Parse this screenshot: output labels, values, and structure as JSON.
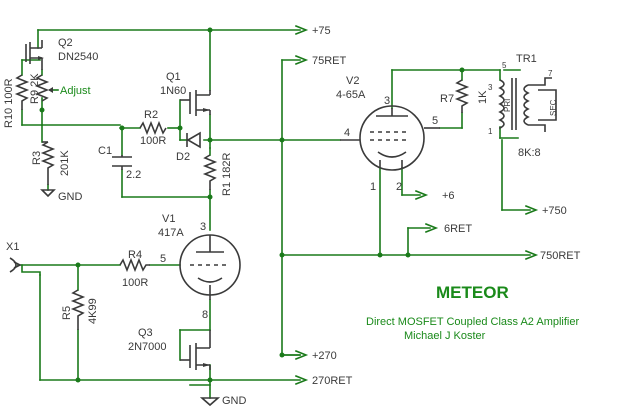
{
  "labels": {
    "plus75": "+75",
    "ret75": "75RET",
    "q2_ref": "Q2",
    "q2_part": "DN2540",
    "adjust": "Adjust",
    "r10": "R10 100R",
    "r9": "R9 2K",
    "r3": "R3",
    "r3_val": "201K",
    "gnd_top": "GND",
    "q1_ref": "Q1",
    "q1_part": "1N60",
    "r2_ref": "R2",
    "r2_val": "100R",
    "c1_ref": "C1",
    "c1_val": "2.2",
    "d2": "D2",
    "r1": "R1 182R",
    "v1_ref": "V1",
    "v1_part": "417A",
    "v1_p3": "3",
    "v1_p5": "5",
    "v1_p8": "8",
    "x1": "X1",
    "r4_ref": "R4",
    "r4_val": "100R",
    "r5_ref": "R5",
    "r5_val": "4K99",
    "q3_ref": "Q3",
    "q3_part": "2N7000",
    "plus270": "+270",
    "ret270": "270RET",
    "gnd_bot": "GND",
    "v2_ref": "V2",
    "v2_part": "4-65A",
    "v2_p3": "3",
    "v2_p4": "4",
    "v2_p5": "5",
    "v2_p1": "1",
    "v2_p2": "2",
    "r7_ref": "R7",
    "r7_val": "1K",
    "plus6": "+6",
    "ret6": "6RET",
    "tr1": "TR1",
    "tr_p5": "5",
    "tr_p3": "3",
    "tr_p1": "1",
    "tr_p7": "7",
    "pri": "PRI",
    "sec": "SEC",
    "ratio": "8K:8",
    "plus750": "+750",
    "ret750": "750RET"
  },
  "title": {
    "name": "METEOR",
    "line1": "Direct MOSFET Coupled Class A2 Amplifier",
    "line2": "Michael J Koster"
  },
  "colors": {
    "wire": "#1a7a1a",
    "component": "#3a3a3a",
    "text_green": "#1a8a1a"
  }
}
